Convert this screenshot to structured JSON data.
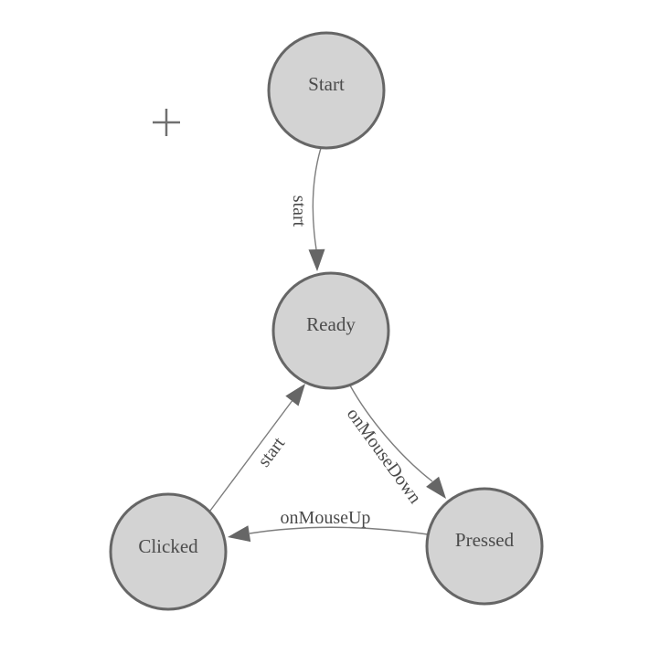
{
  "canvas": {
    "background": "#ffffff"
  },
  "colors": {
    "node_fill": "#d3d3d3",
    "node_border": "#666666",
    "edge_line": "#7d7d7d",
    "arrow_fill": "#666666",
    "label_text": "#4b4b4b",
    "crosshair": "#707070"
  },
  "diagram": {
    "type": "state-machine",
    "nodes": [
      {
        "id": "start",
        "label": "Start"
      },
      {
        "id": "ready",
        "label": "Ready"
      },
      {
        "id": "clicked",
        "label": "Clicked"
      },
      {
        "id": "pressed",
        "label": "Pressed"
      }
    ],
    "edges": [
      {
        "from": "start",
        "to": "ready",
        "label": "start"
      },
      {
        "from": "clicked",
        "to": "ready",
        "label": "start"
      },
      {
        "from": "ready",
        "to": "pressed",
        "label": "onMouseDown"
      },
      {
        "from": "pressed",
        "to": "clicked",
        "label": "onMouseUp"
      }
    ]
  },
  "icons": {
    "crosshair": "crosshair-cursor"
  }
}
